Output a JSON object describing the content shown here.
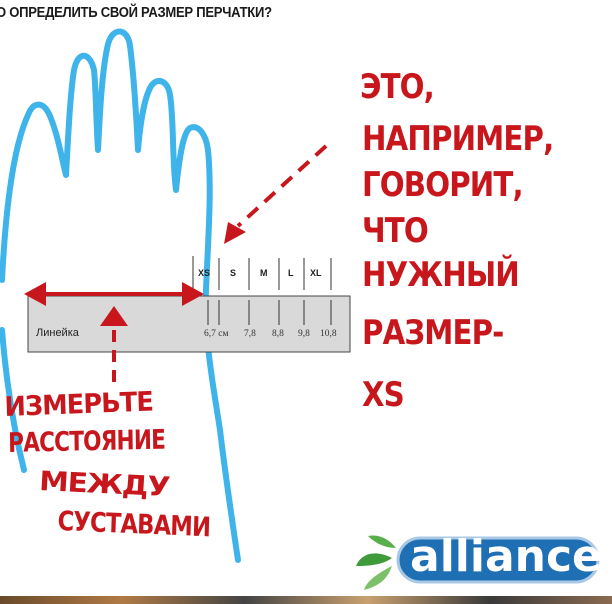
{
  "title": "О ОПРЕДЕЛИТЬ СВОЙ РАЗМЕР ПЕРЧАТКИ?",
  "right_note": [
    "ЭТО,",
    "НАПРИМЕР,",
    "ГОВОРИТ,",
    "ЧТО",
    "НУЖНЫЙ",
    "РАЗМЕР-",
    "XS"
  ],
  "left_note": [
    "ИЗМЕРЬТЕ",
    "РАССТОЯНИЕ",
    "МЕЖДУ",
    "СУСТАВАМИ"
  ],
  "ruler": {
    "label": "Линейка",
    "sizes": [
      "XS",
      "S",
      "M",
      "L",
      "XL"
    ],
    "measurements": [
      "6,7 см",
      "7,8",
      "8,8",
      "9,8",
      "10,8"
    ]
  },
  "logo": {
    "text": "alliance"
  },
  "colors": {
    "hand_outline": "#3fb4ea",
    "annotation": "#c8171c",
    "logo_green": "#3f9a3a",
    "logo_blue": "#1f6fb5"
  }
}
